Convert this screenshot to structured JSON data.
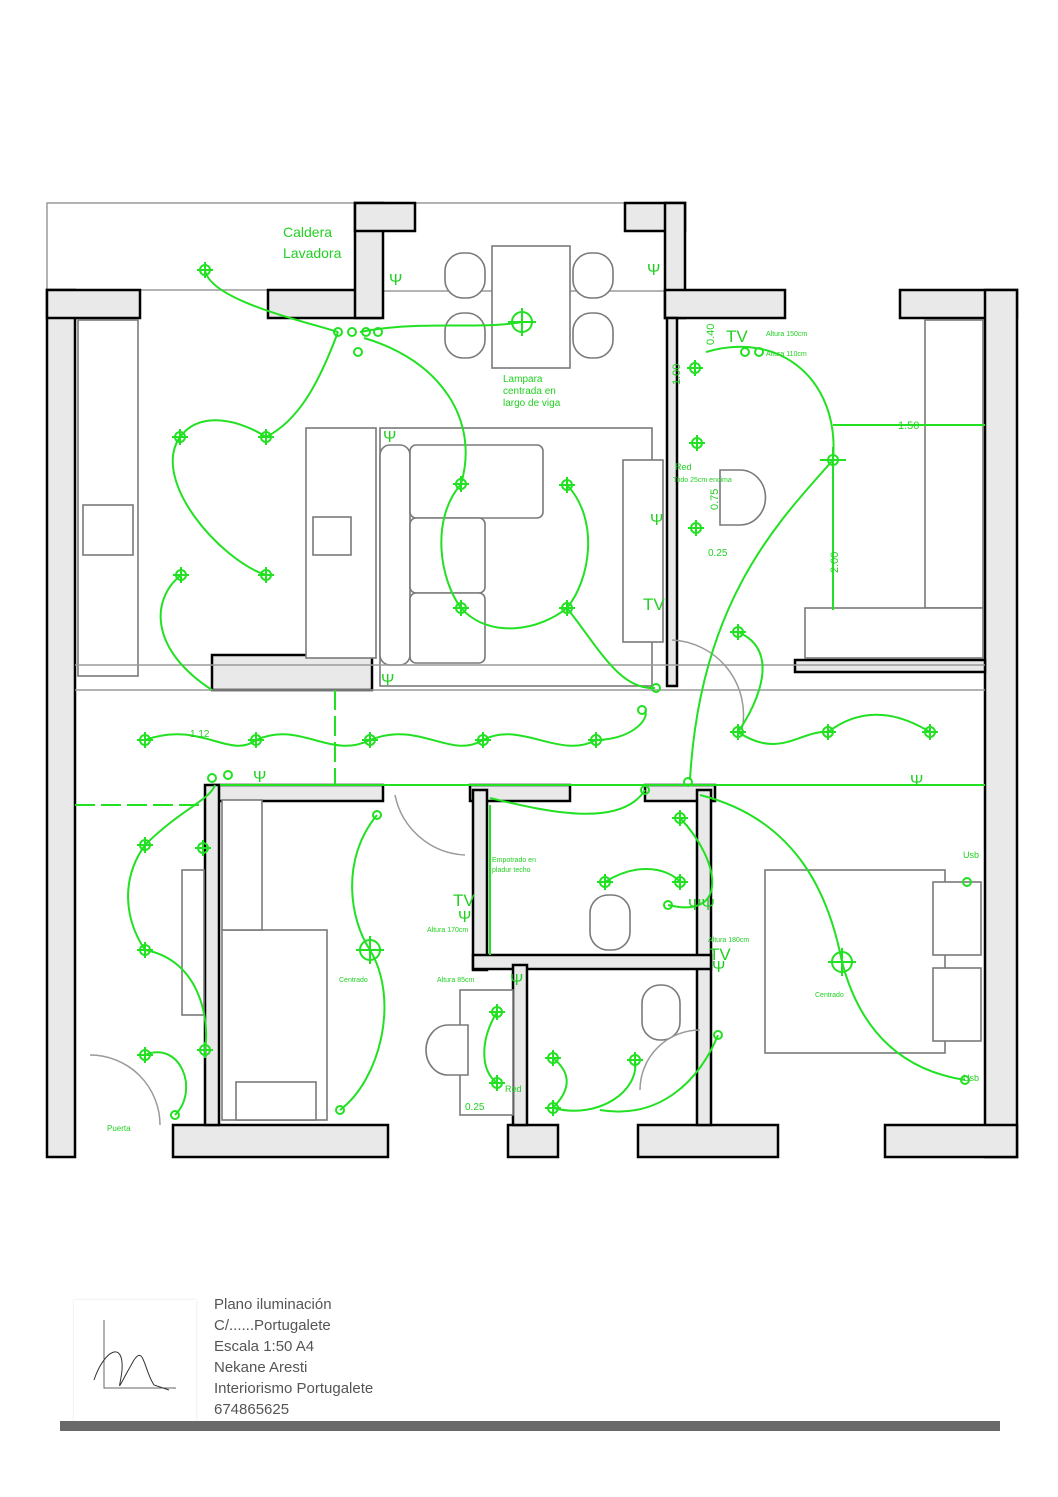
{
  "labels": {
    "caldera": "Caldera",
    "lavadora": "Lavadora",
    "lampara_1": "Lampara",
    "lampara_2": "centrada en",
    "lampara_3": "largo de viga",
    "tv": "TV",
    "altura_150": "Altura 150cm",
    "altura_110": "Altura 110cm",
    "altura_170": "Altura 170cm",
    "altura_180": "Altura 180cm",
    "altura_85": "Altura 85cm",
    "red": "Red",
    "todo_25": "Todo 25cm encima",
    "empotrado_1": "Empotrado en",
    "empotrado_2": "pladur techo",
    "centrado": "Centrado",
    "puerta": "Puerta",
    "usb": "Usb"
  },
  "dimensions": {
    "d100": "1.00",
    "d040": "0.40",
    "d025": "0.25",
    "d150": "1.50",
    "d200": "2.00",
    "d075": "0.75",
    "d112": "1.12"
  },
  "title_block": {
    "line1": "Plano iluminación",
    "line2": "C/......Portugalete",
    "line3": "Escala 1:50 A4",
    "line4": "Nekane Aresti",
    "line5": "Interiorismo Portugalete",
    "line6": "674865625"
  },
  "colors": {
    "circuit": "#22e022",
    "wall": "#000000"
  }
}
